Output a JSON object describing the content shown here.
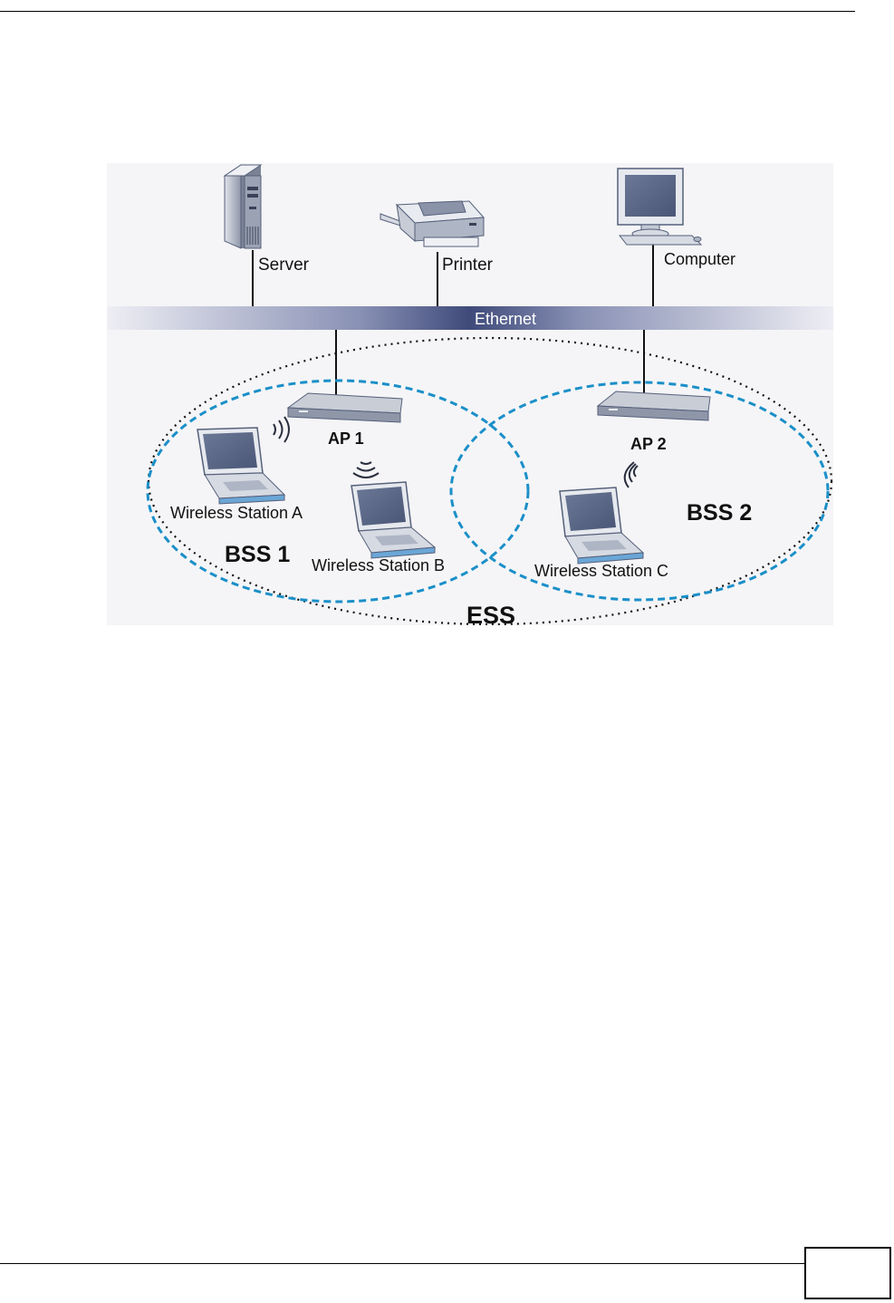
{
  "diagram": {
    "labels": {
      "server": "Server",
      "printer": "Printer",
      "computer": "Computer",
      "ethernet": "Ethernet",
      "ap1": "AP 1",
      "ap2": "AP 2",
      "station_a": "Wireless Station A",
      "station_b": "Wireless Station B",
      "station_c": "Wireless Station C",
      "bss1": "BSS 1",
      "bss2": "BSS 2",
      "ess": "ESS"
    },
    "colors": {
      "bss_ring": "#1a8fc8",
      "ess_ring": "#111111",
      "ethernet_dark": "#3f4a7a",
      "ethernet_light": "#eeeef4",
      "device_body": "#c9cdd6",
      "screen": "#5c6a8c",
      "background": "#f5f5f7"
    }
  }
}
